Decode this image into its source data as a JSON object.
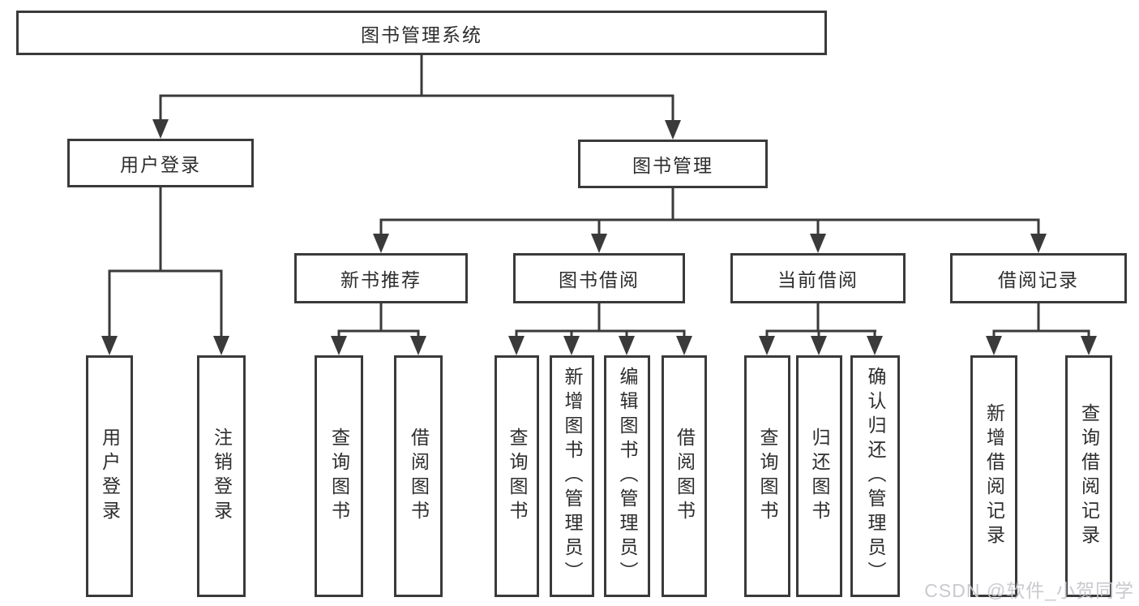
{
  "diagram": {
    "title_node": "图书管理系统",
    "root": {
      "label": "图书管理系统"
    },
    "level2": [
      {
        "label": "用户登录"
      },
      {
        "label": "图书管理"
      }
    ],
    "level3": [
      {
        "label": "新书推荐"
      },
      {
        "label": "图书借阅"
      },
      {
        "label": "当前借阅"
      },
      {
        "label": "借阅记录"
      }
    ],
    "leaves": {
      "user_login": [
        "用户登录",
        "注销登录"
      ],
      "new_book": [
        "查询图书",
        "借阅图书"
      ],
      "book_borrow": [
        "查询图书",
        "新增图书（管理员）",
        "编辑图书（管理员）",
        "借阅图书"
      ],
      "current_borrow": [
        "查询图书",
        "归还图书",
        "确认归还（管理员）"
      ],
      "borrow_record": [
        "新增借阅记录",
        "查询借阅记录"
      ]
    },
    "colors": {
      "line": "#3a3a3a",
      "text": "#2d2d2d",
      "background": "#ffffff",
      "watermark": "#c6c6cc"
    }
  },
  "watermark": {
    "text": "CSDN @软件_小贺同学"
  }
}
